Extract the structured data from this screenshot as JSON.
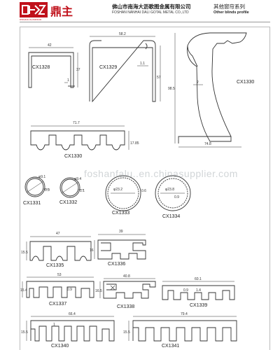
{
  "header": {
    "logo_sub": "DINGZHU ALUMINIUM",
    "logo_cn": "鼎主",
    "company_cn": "佛山市南海大沥歌图金属有限公司",
    "company_en": "FOSHAN NANHAI DALI GOTAL METAL CO.,LTD",
    "series_cn": "其他窗帘系列",
    "series_en": "Other blinds profile"
  },
  "watermark": "foshanfalu..en.chinasupplier.com",
  "profiles": {
    "cx1328": {
      "label": "CX1328",
      "dims": [
        "42",
        "37",
        "1"
      ]
    },
    "cx1329": {
      "label": "CX1329",
      "dims": [
        "58.2",
        "57",
        "1.1"
      ]
    },
    "cx1330a": {
      "label": "CX1330",
      "dims": [
        "98.5",
        "74.8",
        "2"
      ]
    },
    "cx1330b": {
      "label": "CX1330",
      "dims": [
        "71.7",
        "17.85"
      ]
    },
    "cx1331": {
      "label": "CX1331",
      "dims": [
        "φ9.1",
        "0.9"
      ]
    },
    "cx1332": {
      "label": "CX1332",
      "dims": [
        "φ9.4",
        "1.1"
      ]
    },
    "cx1333": {
      "label": "CX1333",
      "dims": [
        "φ23.2",
        "0.6"
      ]
    },
    "cx1334": {
      "label": "CX1334",
      "dims": [
        "φ23.8",
        "0.9"
      ]
    },
    "cx1335": {
      "label": "CX1335",
      "dims": [
        "47",
        "15.5"
      ]
    },
    "cx1336": {
      "label": "CX1336",
      "dims": [
        "39",
        "16"
      ]
    },
    "cx1337": {
      "label": "CX1337",
      "dims": [
        "53",
        "15.4",
        "0.9"
      ]
    },
    "cx1338": {
      "label": "CX1338",
      "dims": [
        "40.8",
        "16.5"
      ]
    },
    "cx1339": {
      "label": "CX1339",
      "dims": [
        "60.1",
        "0.9",
        "1.4"
      ]
    },
    "cx1340": {
      "label": "CX1340",
      "dims": [
        "66.4",
        "15.5",
        "1"
      ]
    },
    "cx1341": {
      "label": "CX1341",
      "dims": [
        "79.4",
        "15.5"
      ]
    }
  }
}
